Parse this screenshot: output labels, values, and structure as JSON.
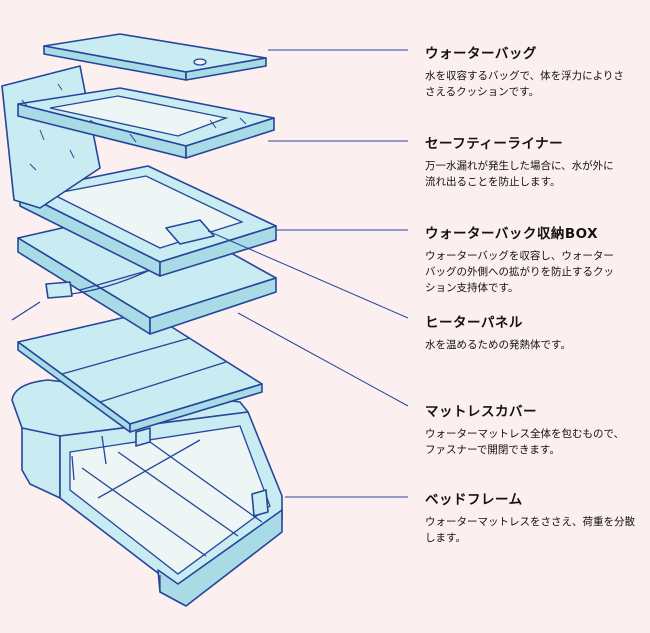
{
  "components": [
    {
      "title": "ウォーターバッグ",
      "desc": [
        "水を収容するバッグで、体を浮力によりさ",
        "さえるクッションです。"
      ]
    },
    {
      "title": "セーフティーライナー",
      "desc": [
        "万一水漏れが発生した場合に、水が外に",
        "流れ出ることを防止します。"
      ]
    },
    {
      "title": "ウォーターバック収納BOX",
      "desc": [
        "ウォーターバッグを収容し、ウォーター",
        "バッグの外側への拡がりを防止するクッ",
        "ション支持体です。"
      ]
    },
    {
      "title": "ヒーターパネル",
      "desc": [
        "水を温めるための発熱体です。"
      ]
    },
    {
      "title": "マットレスカバー",
      "desc": [
        "ウォーターマットレス全体を包むもので、",
        "ファスナーで開閉できます。"
      ]
    },
    {
      "title": "ベッドフレーム",
      "desc": [
        "ウォーターマットレスをささえ、荷重を分散",
        "します。"
      ]
    }
  ],
  "colors": {
    "background": "#fbeff0",
    "component_fill": "#c9ecf2",
    "outline": "#25469a",
    "text": "#111111"
  }
}
